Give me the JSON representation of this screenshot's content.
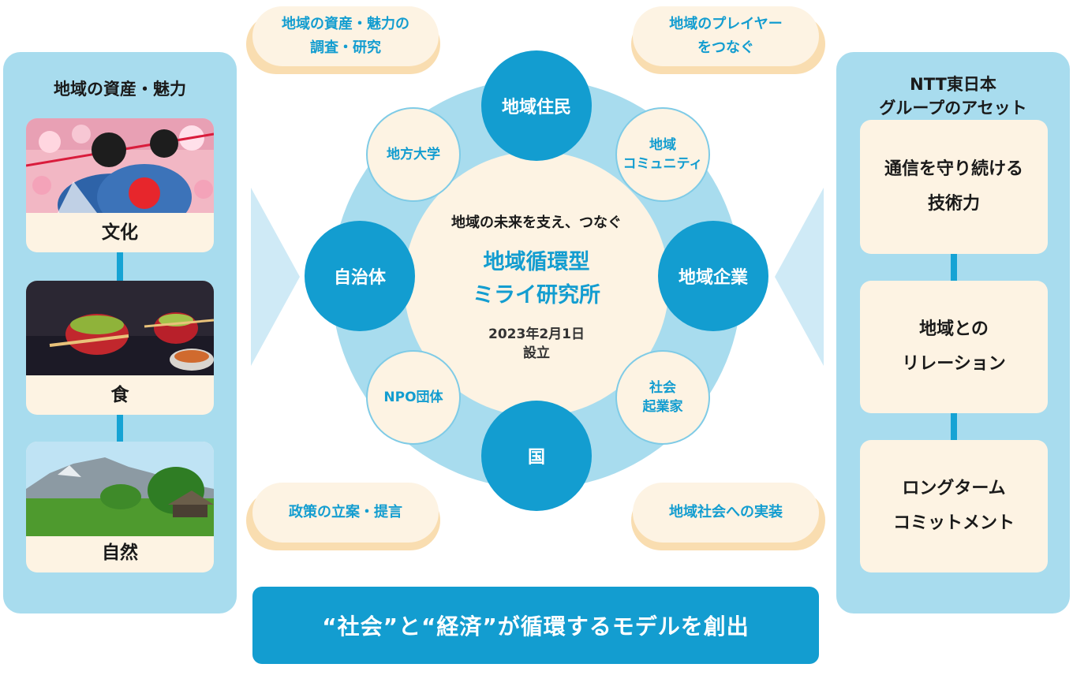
{
  "left_panel": {
    "title": "地域の資産・魅力",
    "cards": [
      {
        "label": "文化"
      },
      {
        "label": "食"
      },
      {
        "label": "自然"
      }
    ]
  },
  "right_panel": {
    "title": "NTT東日本\nグループのアセット",
    "cards": [
      {
        "label": "通信を守り続ける\n技術力"
      },
      {
        "label": "地域との\nリレーション"
      },
      {
        "label": "ロングターム\nコミットメント"
      }
    ]
  },
  "pills": {
    "top_left": "地域の資産・魅力の\n調査・研究",
    "top_right": "地域のプレイヤー\nをつなぐ",
    "bottom_left": "政策の立案・提言",
    "bottom_right": "地域社会への実装"
  },
  "hub": {
    "tagline": "地域の未来を支え、つなぐ",
    "name": "地域循環型\nミライ研究所",
    "date": "2023年2月1日\n設立"
  },
  "actors": {
    "top": "地域住民",
    "left": "自治体",
    "right": "地域企業",
    "bottom": "国",
    "university": "地方大学",
    "community": "地域\nコミュニティ",
    "npo": "NPO団体",
    "entrepreneur": "社会\n起業家"
  },
  "banner": "“社会”と“経済”が循環するモデルを創出",
  "colors": {
    "accent_blue": "#139dd0",
    "panel_blue": "#a8dcee",
    "cream": "#fdf3e3",
    "peach_shadow": "#f9ddb0"
  }
}
